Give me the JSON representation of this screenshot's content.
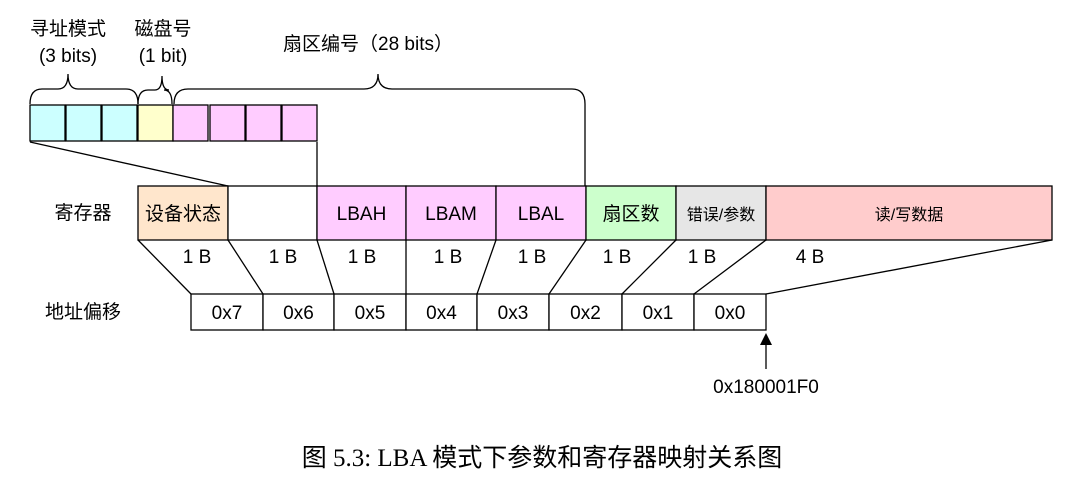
{
  "top_labels": {
    "addr_mode": "寻址模式",
    "addr_mode_bits": "(3 bits)",
    "disk_no": "磁盘号",
    "disk_no_bits": "(1 bit)",
    "sector_no": "扇区编号（28 bits）"
  },
  "row_labels": {
    "registers": "寄存器",
    "offset": "地址偏移"
  },
  "registers": [
    {
      "label": "设备状态",
      "size": "1 B",
      "color": "#ffe6cc"
    },
    {
      "label": "",
      "size": "1 B",
      "color": "#ffffff"
    },
    {
      "label": "LBAH",
      "size": "1 B",
      "color": "#ffccff"
    },
    {
      "label": "LBAM",
      "size": "1 B",
      "color": "#ffccff"
    },
    {
      "label": "LBAL",
      "size": "1 B",
      "color": "#ffccff"
    },
    {
      "label": "扇区数",
      "size": "1 B",
      "color": "#ccffcc"
    },
    {
      "label": "错误/参数",
      "size": "1 B",
      "color": "#e6e6e6"
    },
    {
      "label": "读/写数据",
      "size": "4 B",
      "color": "#ffcccc"
    }
  ],
  "offsets": [
    "0x7",
    "0x6",
    "0x5",
    "0x4",
    "0x3",
    "0x2",
    "0x1",
    "0x0"
  ],
  "base_address": "0x180001F0",
  "bit_colors": {
    "mode": "#ccffff",
    "disk": "#ffffcc",
    "sector": "#ffccff"
  },
  "caption": "图 5.3: LBA 模式下参数和寄存器映射关系图"
}
